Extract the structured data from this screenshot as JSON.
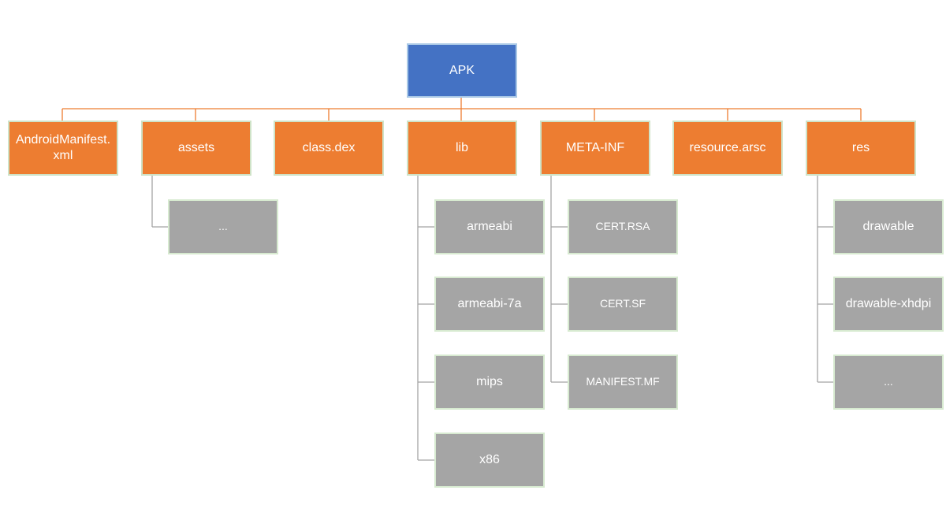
{
  "root": {
    "label": "APK"
  },
  "children": [
    {
      "label": "AndroidManifest.\nxml"
    },
    {
      "label": "assets",
      "items": [
        "..."
      ]
    },
    {
      "label": "class.dex"
    },
    {
      "label": "lib",
      "items": [
        "armeabi",
        "armeabi-7a",
        "mips",
        "x86"
      ]
    },
    {
      "label": "META-INF",
      "items": [
        "CERT.RSA",
        "CERT.SF",
        "MANIFEST.MF"
      ]
    },
    {
      "label": "resource.arsc"
    },
    {
      "label": "res",
      "items": [
        "drawable",
        "drawable-xhdpi",
        "..."
      ]
    }
  ],
  "colors": {
    "root": "#4472c4",
    "level1": "#ed7d31",
    "level2": "#a5a5a5",
    "connector": "#ed7d31"
  }
}
